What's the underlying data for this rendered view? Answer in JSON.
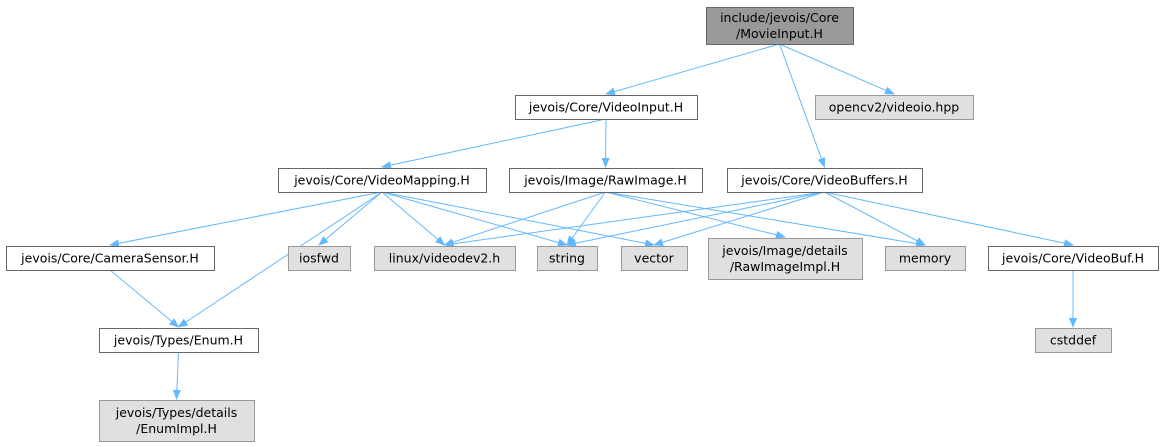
{
  "colors": {
    "root_fill": "#999999",
    "linked_fill": "#ffffff",
    "external_fill": "#e0e0e0",
    "border": "#666666",
    "external_border": "#999999",
    "edge": "#63b8ff"
  },
  "nodes": [
    {
      "id": "root",
      "lines": [
        "include/jevois/Core",
        "/MovieInput.H"
      ],
      "kind": "root"
    },
    {
      "id": "videoinput",
      "lines": [
        "jevois/Core/VideoInput.H"
      ],
      "kind": "linked"
    },
    {
      "id": "videoio",
      "lines": [
        "opencv2/videoio.hpp"
      ],
      "kind": "external"
    },
    {
      "id": "videomapping",
      "lines": [
        "jevois/Core/VideoMapping.H"
      ],
      "kind": "linked"
    },
    {
      "id": "rawimage",
      "lines": [
        "jevois/Image/RawImage.H"
      ],
      "kind": "linked"
    },
    {
      "id": "videobuffers",
      "lines": [
        "jevois/Core/VideoBuffers.H"
      ],
      "kind": "linked"
    },
    {
      "id": "camerasensor",
      "lines": [
        "jevois/Core/CameraSensor.H"
      ],
      "kind": "linked"
    },
    {
      "id": "iosfwd",
      "lines": [
        "iosfwd"
      ],
      "kind": "external"
    },
    {
      "id": "videodev2",
      "lines": [
        "linux/videodev2.h"
      ],
      "kind": "external"
    },
    {
      "id": "string",
      "lines": [
        "string"
      ],
      "kind": "external"
    },
    {
      "id": "vector",
      "lines": [
        "vector"
      ],
      "kind": "external"
    },
    {
      "id": "rawimageimpl",
      "lines": [
        "jevois/Image/details",
        "/RawImageImpl.H"
      ],
      "kind": "external"
    },
    {
      "id": "memory",
      "lines": [
        "memory"
      ],
      "kind": "external"
    },
    {
      "id": "videobuf",
      "lines": [
        "jevois/Core/VideoBuf.H"
      ],
      "kind": "linked"
    },
    {
      "id": "enum",
      "lines": [
        "jevois/Types/Enum.H"
      ],
      "kind": "linked"
    },
    {
      "id": "cstddef",
      "lines": [
        "cstddef"
      ],
      "kind": "external"
    },
    {
      "id": "enumimpl",
      "lines": [
        "jevois/Types/details",
        "/EnumImpl.H"
      ],
      "kind": "external"
    }
  ],
  "edges": [
    {
      "from": "root",
      "to": "videoinput"
    },
    {
      "from": "root",
      "to": "videobuffers"
    },
    {
      "from": "root",
      "to": "videoio"
    },
    {
      "from": "videoinput",
      "to": "videomapping"
    },
    {
      "from": "videoinput",
      "to": "rawimage"
    },
    {
      "from": "videomapping",
      "to": "camerasensor"
    },
    {
      "from": "videomapping",
      "to": "enum"
    },
    {
      "from": "videomapping",
      "to": "iosfwd"
    },
    {
      "from": "videomapping",
      "to": "videodev2"
    },
    {
      "from": "videomapping",
      "to": "string"
    },
    {
      "from": "videomapping",
      "to": "vector"
    },
    {
      "from": "rawimage",
      "to": "videodev2"
    },
    {
      "from": "rawimage",
      "to": "memory"
    },
    {
      "from": "rawimage",
      "to": "rawimageimpl"
    },
    {
      "from": "rawimage",
      "to": "string"
    },
    {
      "from": "videobuffers",
      "to": "videodev2"
    },
    {
      "from": "videobuffers",
      "to": "string"
    },
    {
      "from": "videobuffers",
      "to": "vector"
    },
    {
      "from": "videobuffers",
      "to": "memory"
    },
    {
      "from": "videobuffers",
      "to": "videobuf"
    },
    {
      "from": "camerasensor",
      "to": "enum"
    },
    {
      "from": "enum",
      "to": "enumimpl"
    },
    {
      "from": "videobuf",
      "to": "cstddef"
    }
  ]
}
